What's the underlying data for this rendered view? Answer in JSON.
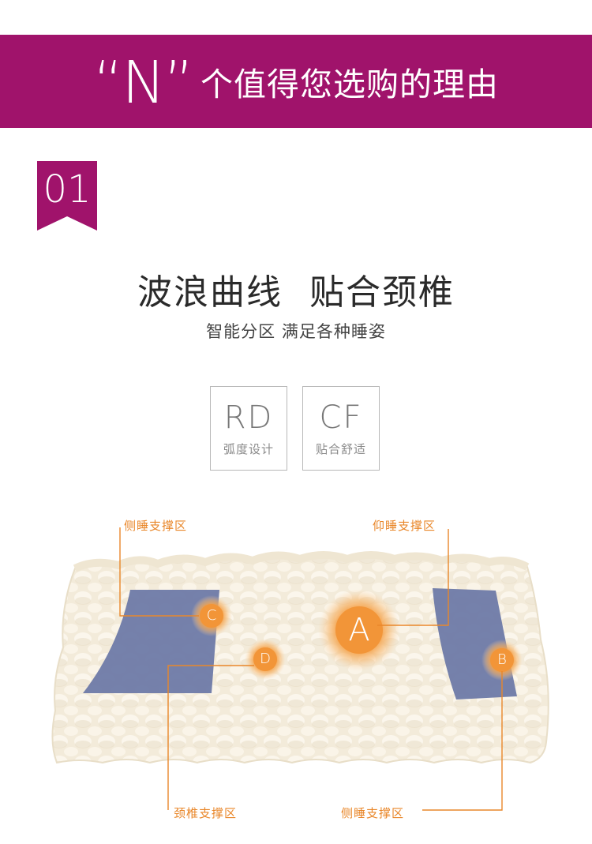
{
  "banner": {
    "quote_n": "“N”",
    "title": "个值得您选购的理由"
  },
  "section": {
    "number": "01",
    "title": "波浪曲线  贴合颈椎",
    "subtitle": "智能分区 满足各种睡姿"
  },
  "features": [
    {
      "abbr": "RD",
      "label": "弧度设计"
    },
    {
      "abbr": "CF",
      "label": "贴合舒适"
    }
  ],
  "zones": {
    "top_left": "侧睡支撑区",
    "top_right": "仰睡支撑区",
    "bottom_left": "颈椎支撑区",
    "bottom_right": "侧睡支撑区"
  },
  "markers": {
    "a": "A",
    "b": "B",
    "c": "C",
    "d": "D"
  },
  "colors": {
    "banner": "#a0136b",
    "accent_orange": "#e9872a",
    "zone_blue": "#6e7aa8",
    "pillow": "#f3ebda"
  }
}
